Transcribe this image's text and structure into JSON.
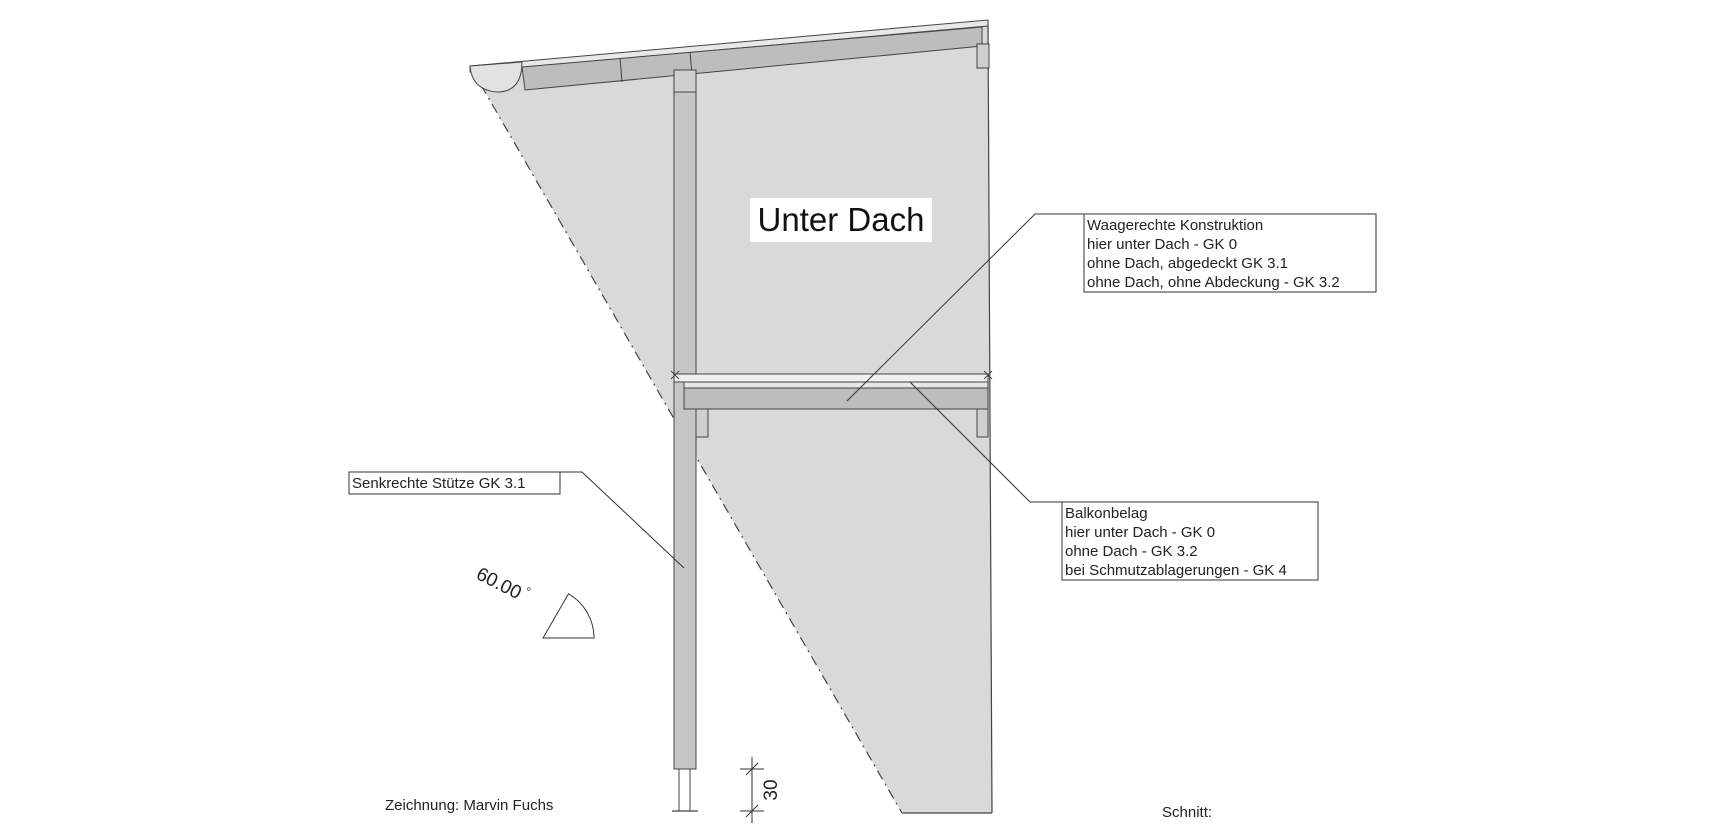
{
  "drawing": {
    "zone_label": "Unter Dach",
    "callout_horizontal": {
      "lines": [
        "Waagerechte Konstruktion",
        "hier unter Dach - GK 0",
        "ohne Dach, abgedeckt   GK 3.1",
        "ohne Dach, ohne Abdeckung - GK 3.2"
      ]
    },
    "callout_deck": {
      "lines": [
        "Balkonbelag",
        "hier unter Dach - GK 0",
        "ohne Dach - GK 3.2",
        "bei Schmutzablagerungen - GK 4"
      ]
    },
    "callout_post": {
      "text": "Senkrechte Stütze   GK 3.1"
    },
    "angle_label": "60.00",
    "angle_unit": "°",
    "dimension_label": "30",
    "author": "Zeichnung: Marvin Fuchs",
    "section_label": "Schnitt:",
    "colors": {
      "shade": "#d9d9d9",
      "element": "#c6c6c6",
      "line": "#3a3a3a"
    }
  }
}
